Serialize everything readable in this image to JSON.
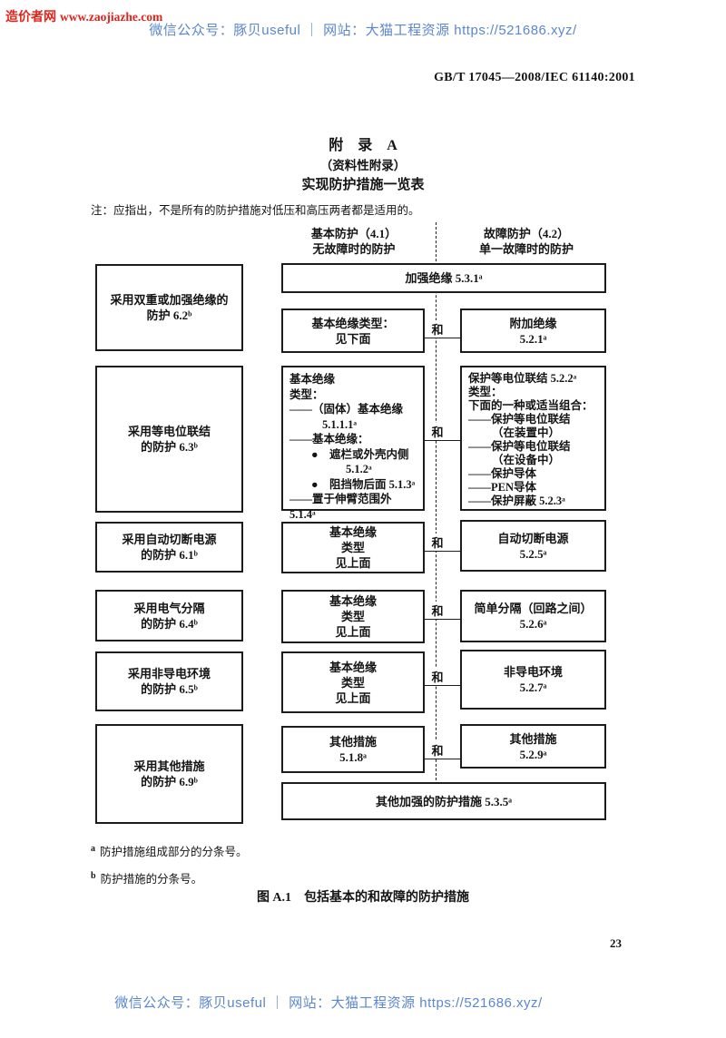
{
  "watermarks": {
    "red_site": "造价者网",
    "red_url": "www.zaojiazhe.com",
    "banner": "微信公众号：豚贝useful ｜ 网站：大猫工程资源 https://521686.xyz/",
    "red_color": "#e0241b",
    "blue_color": "#5b87cc"
  },
  "header": {
    "doc_number": "GB/T 17045—2008/IEC 61140:2001"
  },
  "appendix": {
    "title": "附　录　A",
    "subtitle": "（资料性附录）",
    "heading": "实现防护措施一览表",
    "note": "注：应指出，不是所有的防护措施对低压和高压两者都是适用的。"
  },
  "figure": {
    "col_left_header": [
      "基本防护（4.1）",
      "无故障时的防护"
    ],
    "col_right_header": [
      "故障防护（4.2）",
      "单一故障时的防护"
    ],
    "and_label": "和",
    "top_box": "加强绝缘 5.3.1ᵃ",
    "bottom_box": "其他加强的防护措施 5.3.5ᵃ",
    "left_boxes": [
      [
        "采用双重或加强绝缘的",
        "防护 6.2ᵇ"
      ],
      [
        "采用等电位联结",
        "的防护 6.3ᵇ"
      ],
      [
        "采用自动切断电源",
        "的防护 6.1ᵇ"
      ],
      [
        "采用电气分隔",
        "的防护 6.4ᵇ"
      ],
      [
        "采用非导电环境",
        "的防护 6.5ᵇ"
      ],
      [
        "采用其他措施",
        "的防护 6.9ᵇ"
      ]
    ],
    "mid_boxes": [
      [
        "基本绝缘类型：",
        "见下面"
      ],
      [
        "基本绝缘",
        "类型：",
        "——（固体）基本绝缘",
        "5.1.1.1ᵃ",
        "——基本绝缘：",
        "●　遮栏或外壳内侧",
        "5.1.2ᵃ",
        "●　阻挡物后面 5.1.3ᵃ",
        "——置于伸臂范围外 5.1.4ᵃ"
      ],
      [
        "基本绝缘",
        "类型",
        "见上面"
      ],
      [
        "基本绝缘",
        "类型",
        "见上面"
      ],
      [
        "基本绝缘",
        "类型",
        "见上面"
      ],
      [
        "其他措施",
        "5.1.8ᵃ"
      ]
    ],
    "right_boxes": [
      [
        "附加绝缘",
        "5.2.1ᵃ"
      ],
      [
        "保护等电位联结 5.2.2ᵃ",
        "类型：",
        "下面的一种或适当组合：",
        "——保护等电位联结",
        "（在装置中）",
        "——保护等电位联结",
        "（在设备中）",
        "——保护导体",
        "——PEN导体",
        "——保护屏蔽 5.2.3ᵃ"
      ],
      [
        "自动切断电源",
        "5.2.5ᵃ"
      ],
      [
        "简单分隔（回路之间）",
        "5.2.6ᵃ"
      ],
      [
        "非导电环境",
        "5.2.7ᵃ"
      ],
      [
        "其他措施",
        "5.2.9ᵃ"
      ]
    ]
  },
  "footnotes": [
    {
      "marker": "a",
      "text": "防护措施组成部分的分条号。"
    },
    {
      "marker": "b",
      "text": "防护措施的分条号。"
    }
  ],
  "caption": "图 A.1　包括基本的和故障的防护措施",
  "page_number": "23"
}
